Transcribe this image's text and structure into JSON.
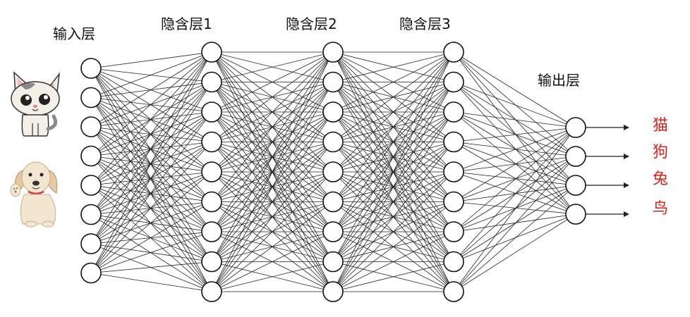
{
  "layers": [
    {
      "title": "输入层",
      "nodes": 8
    },
    {
      "title": "隐含层1",
      "nodes": 9
    },
    {
      "title": "隐含层2",
      "nodes": 9
    },
    {
      "title": "隐含层3",
      "nodes": 9
    },
    {
      "title": "输出层",
      "nodes": 4
    }
  ],
  "outputs": [
    "猫",
    "狗",
    "兔",
    "鸟"
  ],
  "inputs": [
    {
      "name": "cat-image"
    },
    {
      "name": "dog-image"
    }
  ],
  "colors": {
    "edge": "#222222",
    "node_stroke": "#111111",
    "node_fill": "#ffffff",
    "output_label": "#e0201a"
  }
}
